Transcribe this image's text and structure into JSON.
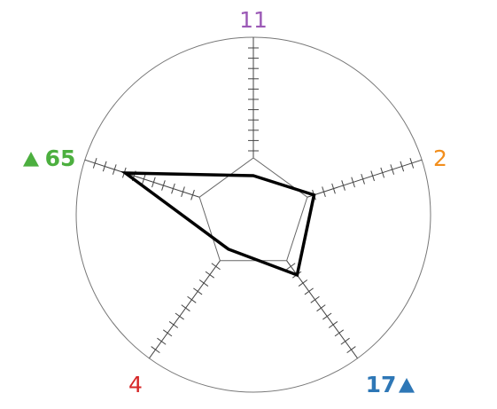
{
  "chart_data": {
    "type": "radar",
    "axes": [
      {
        "label": "11",
        "color": "#9b59b6",
        "value": 0.22,
        "highlight": false
      },
      {
        "label": "2",
        "color": "#f28e1c",
        "value": 0.36,
        "highlight": false
      },
      {
        "label": "17",
        "color": "#2e77b6",
        "value": 0.42,
        "highlight": true
      },
      {
        "label": "4",
        "color": "#d62728",
        "value": 0.24,
        "highlight": false
      },
      {
        "label": "65",
        "color": "#4caf3f",
        "value": 0.76,
        "highlight": true
      }
    ],
    "reference_value": 0.32,
    "ticks_per_axis": 10,
    "series_color": "#000000",
    "reference_color": "#666666",
    "grid": false
  }
}
